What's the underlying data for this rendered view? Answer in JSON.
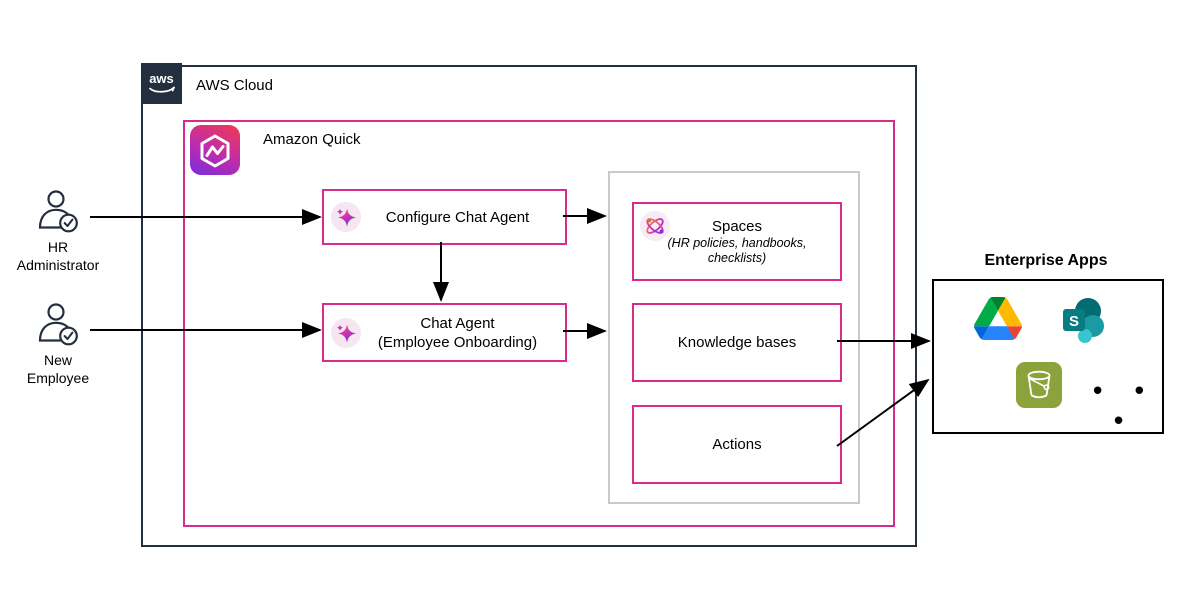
{
  "aws_cloud": {
    "label": "AWS Cloud",
    "logo_text": "aws"
  },
  "amazon_quick": {
    "label": "Amazon Quick"
  },
  "actors": [
    {
      "id": "hr-administrator",
      "label": "HR\nAdministrator"
    },
    {
      "id": "new-employee",
      "label": "New\nEmployee"
    }
  ],
  "nodes": {
    "configure_chat_agent": {
      "label": "Configure Chat Agent"
    },
    "chat_agent": {
      "label": "Chat Agent\n(Employee Onboarding)"
    },
    "spaces": {
      "label": "Spaces",
      "sublabel": "(HR policies, handbooks,\nchecklists)"
    },
    "knowledge_bases": {
      "label": "Knowledge bases"
    },
    "actions": {
      "label": "Actions"
    }
  },
  "enterprise_apps": {
    "title": "Enterprise Apps",
    "icons": [
      "google-drive",
      "sharepoint",
      "s3-bucket"
    ],
    "sharepoint_letter": "S",
    "ellipsis": "• • •"
  },
  "colors": {
    "accent_pink": "#D92A8E",
    "aws_dark": "#232F3E",
    "container_gray": "#C9C9C9",
    "s3_green": "#8CA33B"
  }
}
